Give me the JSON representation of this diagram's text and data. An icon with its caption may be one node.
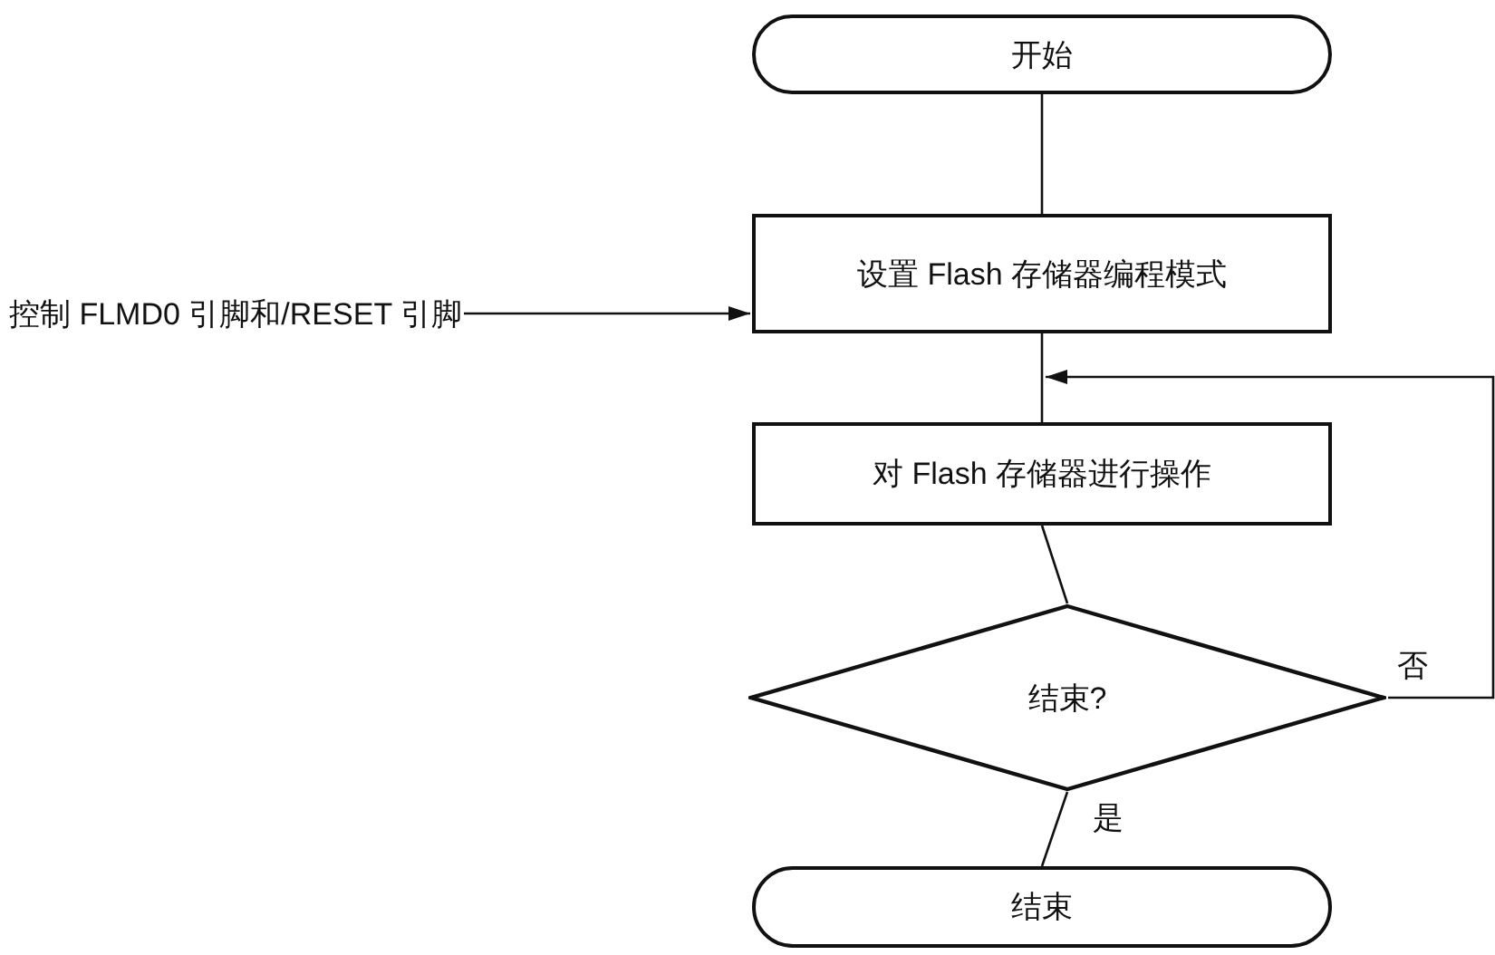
{
  "diagram": {
    "nodes": [
      {
        "text": [
          "开始"
        ]
      },
      {
        "text": [
          "设置 Flash 存储器编程模式"
        ]
      },
      {
        "text": [
          "对 Flash 存储器进行操作"
        ]
      },
      {
        "text": [
          "结束?"
        ]
      },
      {
        "text": [
          "结束"
        ]
      },
      {
        "text": [
          "控制 FLMD0 引脚和/RESET 引脚"
        ]
      }
    ],
    "edges": [
      {
        "from": 0,
        "to": 1,
        "arrow": "none"
      },
      {
        "from": 1,
        "to": 2,
        "arrow": "none"
      },
      {
        "from": 2,
        "to": 3,
        "arrow": "none"
      },
      {
        "from": 3,
        "to": 2,
        "arrow": "to",
        "label": "否"
      },
      {
        "from": 3,
        "to": 4,
        "arrow": "none",
        "label": "是"
      },
      {
        "from": 5,
        "to": 1,
        "arrow": "to"
      }
    ]
  }
}
